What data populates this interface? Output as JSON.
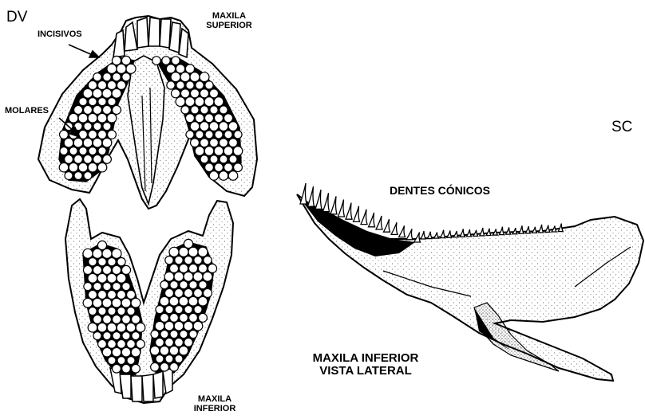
{
  "panels": {
    "dv": {
      "tag": "DV",
      "labels": {
        "incisivos": "INCISIVOS",
        "molares": "MOLARES",
        "maxila_superior": [
          "MAXILA",
          "SUPERIOR"
        ],
        "maxila_inferior": [
          "MAXILA",
          "INFERIOR"
        ]
      }
    },
    "sc": {
      "tag": "SC",
      "labels": {
        "dentes_conicos": "DENTES CÓNICOS",
        "maxila_inferior_lateral": [
          "MAXILA INFERIOR",
          "VISTA LATERAL"
        ]
      }
    }
  },
  "colors": {
    "ink": "#000000",
    "background": "#ffffff",
    "stipple": "#444444"
  }
}
